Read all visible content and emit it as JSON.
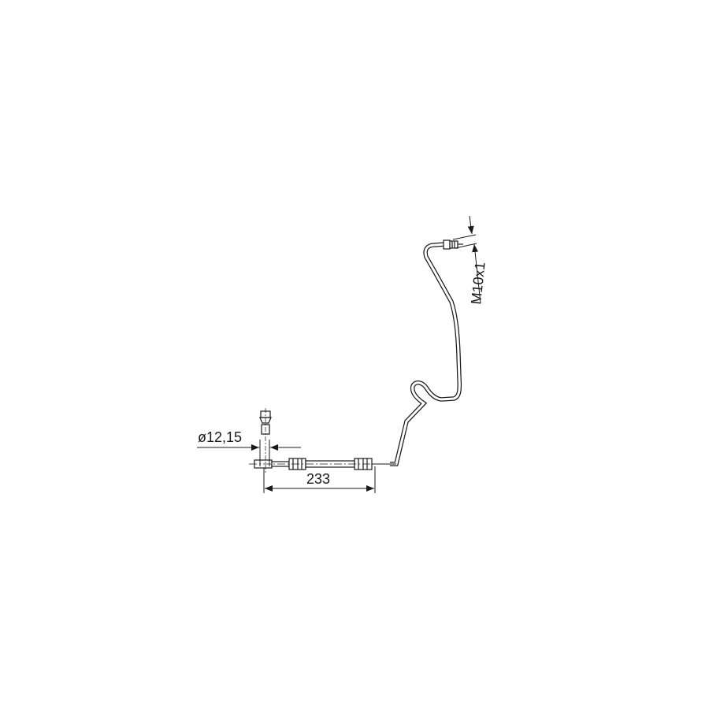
{
  "drawing": {
    "dimensions": {
      "diameter_label": "ø12,15",
      "length_label": "233",
      "thread_label": "M10x1"
    },
    "colors": {
      "line": "#1a1a1a",
      "background": "#ffffff"
    }
  }
}
